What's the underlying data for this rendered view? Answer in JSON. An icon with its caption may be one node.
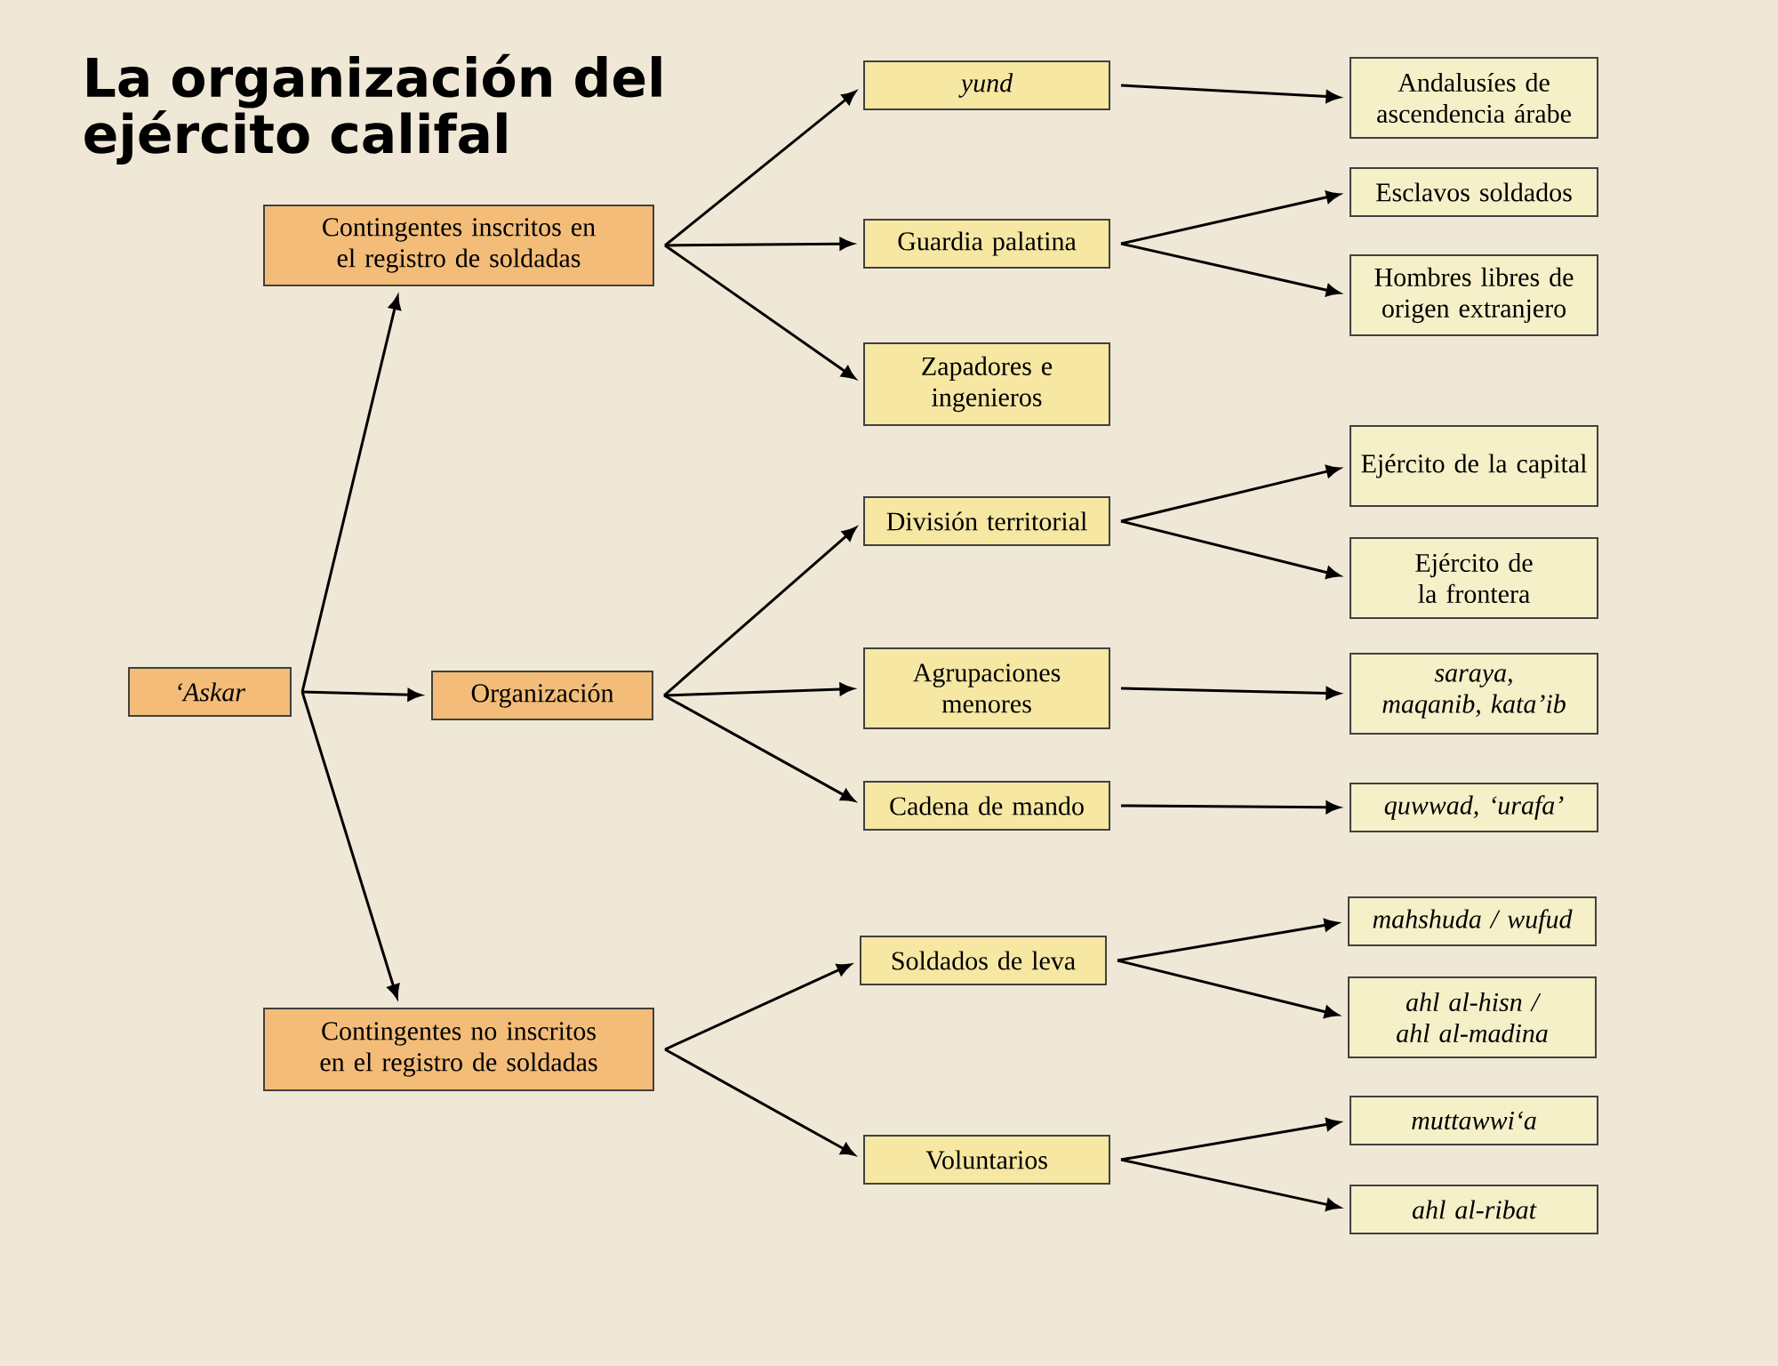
{
  "diagram": {
    "title": "La organización del ejército califal",
    "nodes": [
      {
        "text": [
          "‘Askar"
        ]
      },
      {
        "text": [
          "Contingentes inscritos en el registro de soldadas"
        ]
      },
      {
        "text": [
          "Organización"
        ]
      },
      {
        "text": [
          "Contingentes no inscritos en el registro de soldadas"
        ]
      },
      {
        "text": [
          "yund"
        ]
      },
      {
        "text": [
          "Guardia palatina"
        ]
      },
      {
        "text": [
          "Zapadores e ingenieros"
        ]
      },
      {
        "text": [
          "División territorial"
        ]
      },
      {
        "text": [
          "Agrupaciones menores"
        ]
      },
      {
        "text": [
          "Cadena de mando"
        ]
      },
      {
        "text": [
          "Soldados de leva"
        ]
      },
      {
        "text": [
          "Voluntarios"
        ]
      },
      {
        "text": [
          "Andalusíes de ascendencia árabe"
        ]
      },
      {
        "text": [
          "Esclavos soldados"
        ]
      },
      {
        "text": [
          "Hombres libres de origen extranjero"
        ]
      },
      {
        "text": [
          "Ejército de la capital"
        ]
      },
      {
        "text": [
          "Ejército de la frontera"
        ]
      },
      {
        "text": [
          "saraya, maqanib, kata’ib"
        ]
      },
      {
        "text": [
          "quwwad, ‘urafa’"
        ]
      },
      {
        "text": [
          "mahshuda / wufud"
        ]
      },
      {
        "text": [
          "ahl al-hisn / ahl al-madina"
        ]
      },
      {
        "text": [
          "muttawwi‘a"
        ]
      },
      {
        "text": [
          "ahl al-ribat"
        ]
      }
    ],
    "edges": [
      {
        "from": 0,
        "to": 1,
        "arrow": "to"
      },
      {
        "from": 0,
        "to": 2,
        "arrow": "to"
      },
      {
        "from": 0,
        "to": 3,
        "arrow": "to"
      },
      {
        "from": 1,
        "to": 4,
        "arrow": "to"
      },
      {
        "from": 1,
        "to": 5,
        "arrow": "to"
      },
      {
        "from": 1,
        "to": 6,
        "arrow": "to"
      },
      {
        "from": 2,
        "to": 7,
        "arrow": "to"
      },
      {
        "from": 2,
        "to": 8,
        "arrow": "to"
      },
      {
        "from": 2,
        "to": 9,
        "arrow": "to"
      },
      {
        "from": 3,
        "to": 10,
        "arrow": "to"
      },
      {
        "from": 3,
        "to": 11,
        "arrow": "to"
      },
      {
        "from": 4,
        "to": 12,
        "arrow": "to"
      },
      {
        "from": 5,
        "to": 13,
        "arrow": "to"
      },
      {
        "from": 5,
        "to": 14,
        "arrow": "to"
      },
      {
        "from": 7,
        "to": 15,
        "arrow": "to"
      },
      {
        "from": 7,
        "to": 16,
        "arrow": "to"
      },
      {
        "from": 8,
        "to": 17,
        "arrow": "to"
      },
      {
        "from": 9,
        "to": 18,
        "arrow": "to"
      },
      {
        "from": 10,
        "to": 19,
        "arrow": "to"
      },
      {
        "from": 10,
        "to": 20,
        "arrow": "to"
      },
      {
        "from": 11,
        "to": 21,
        "arrow": "to"
      },
      {
        "from": 11,
        "to": 22,
        "arrow": "to"
      }
    ]
  }
}
